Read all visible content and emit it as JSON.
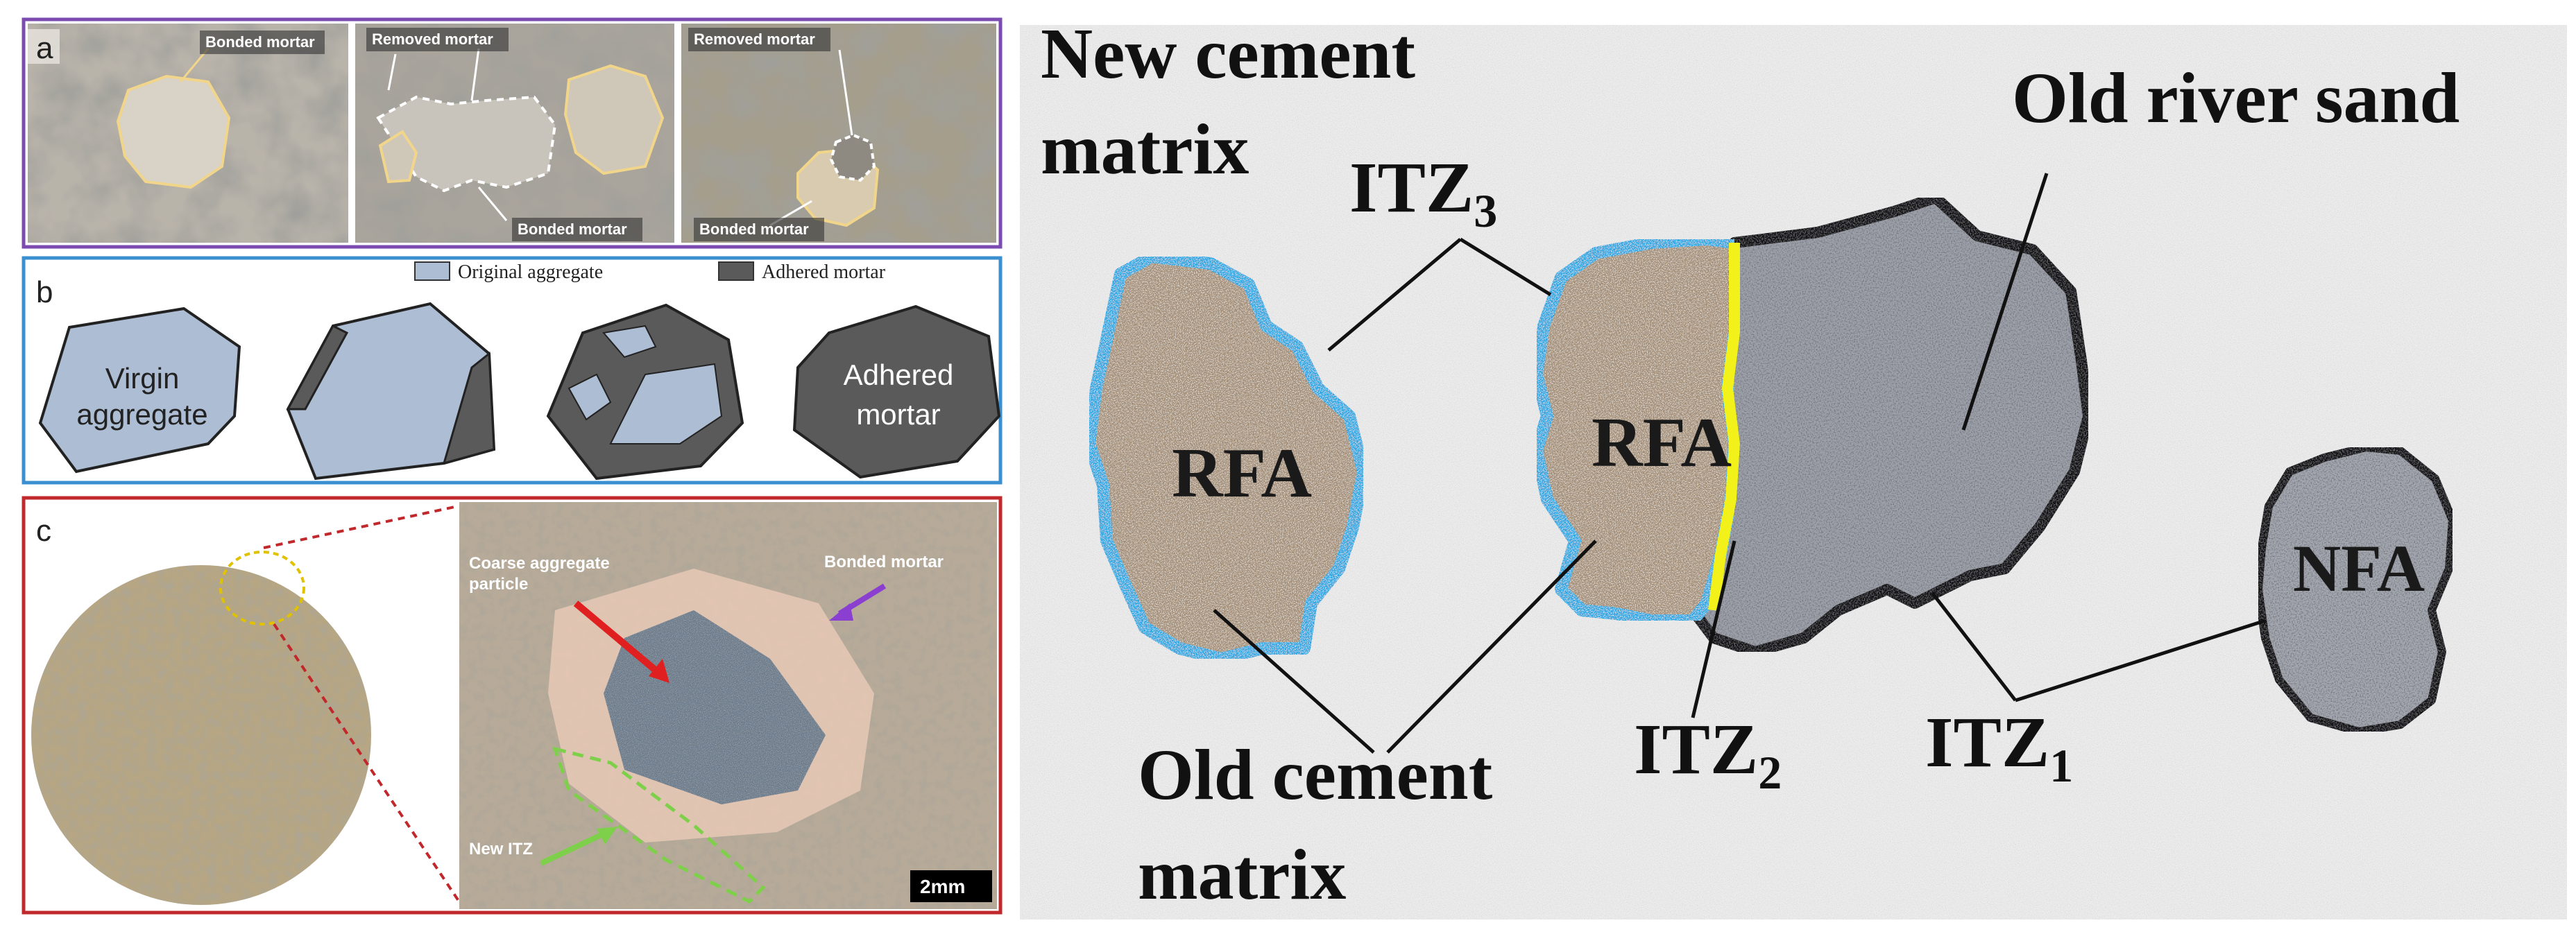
{
  "panel_a": {
    "letter": "a",
    "photo1_label": "Bonded mortar",
    "photo2_label_top": "Removed mortar",
    "photo2_label_bottom": "Bonded mortar",
    "photo3_label_top": "Removed mortar",
    "photo3_label_bottom": "Bonded mortar",
    "frame_color": "#7b4bb0"
  },
  "panel_b": {
    "letter": "b",
    "legend_original": "Original aggregate",
    "legend_adhered": "Adhered mortar",
    "shape1_line1": "Virgin",
    "shape1_line2": "aggregate",
    "shape4_line1": "Adhered",
    "shape4_line2": "mortar",
    "frame_color": "#3a8fd0",
    "aggregate_color": "#adbdd4",
    "mortar_color": "#5a5a5a"
  },
  "panel_c": {
    "letter": "c",
    "label_particle_line1": "Coarse aggregate",
    "label_particle_line2": "particle",
    "label_bonded": "Bonded mortar",
    "label_itz": "New ITZ",
    "scale_bar": "2mm",
    "frame_color": "#c0282b"
  },
  "itz_diagram": {
    "new_cement_line1": "New cement",
    "new_cement_line2": "matrix",
    "old_river_sand": "Old river sand",
    "itz3_base": "ITZ",
    "itz3_sub": "3",
    "itz2_base": "ITZ",
    "itz2_sub": "2",
    "itz1_base": "ITZ",
    "itz1_sub": "1",
    "rfa_left": "RFA",
    "rfa_right": "RFA",
    "nfa": "NFA",
    "old_cement_line1": "Old cement",
    "old_cement_line2": "matrix",
    "rfa_outline_color": "#1aa3e0",
    "itz2_color": "#f2f21a",
    "rfa_fill_color": "#a08a72"
  }
}
